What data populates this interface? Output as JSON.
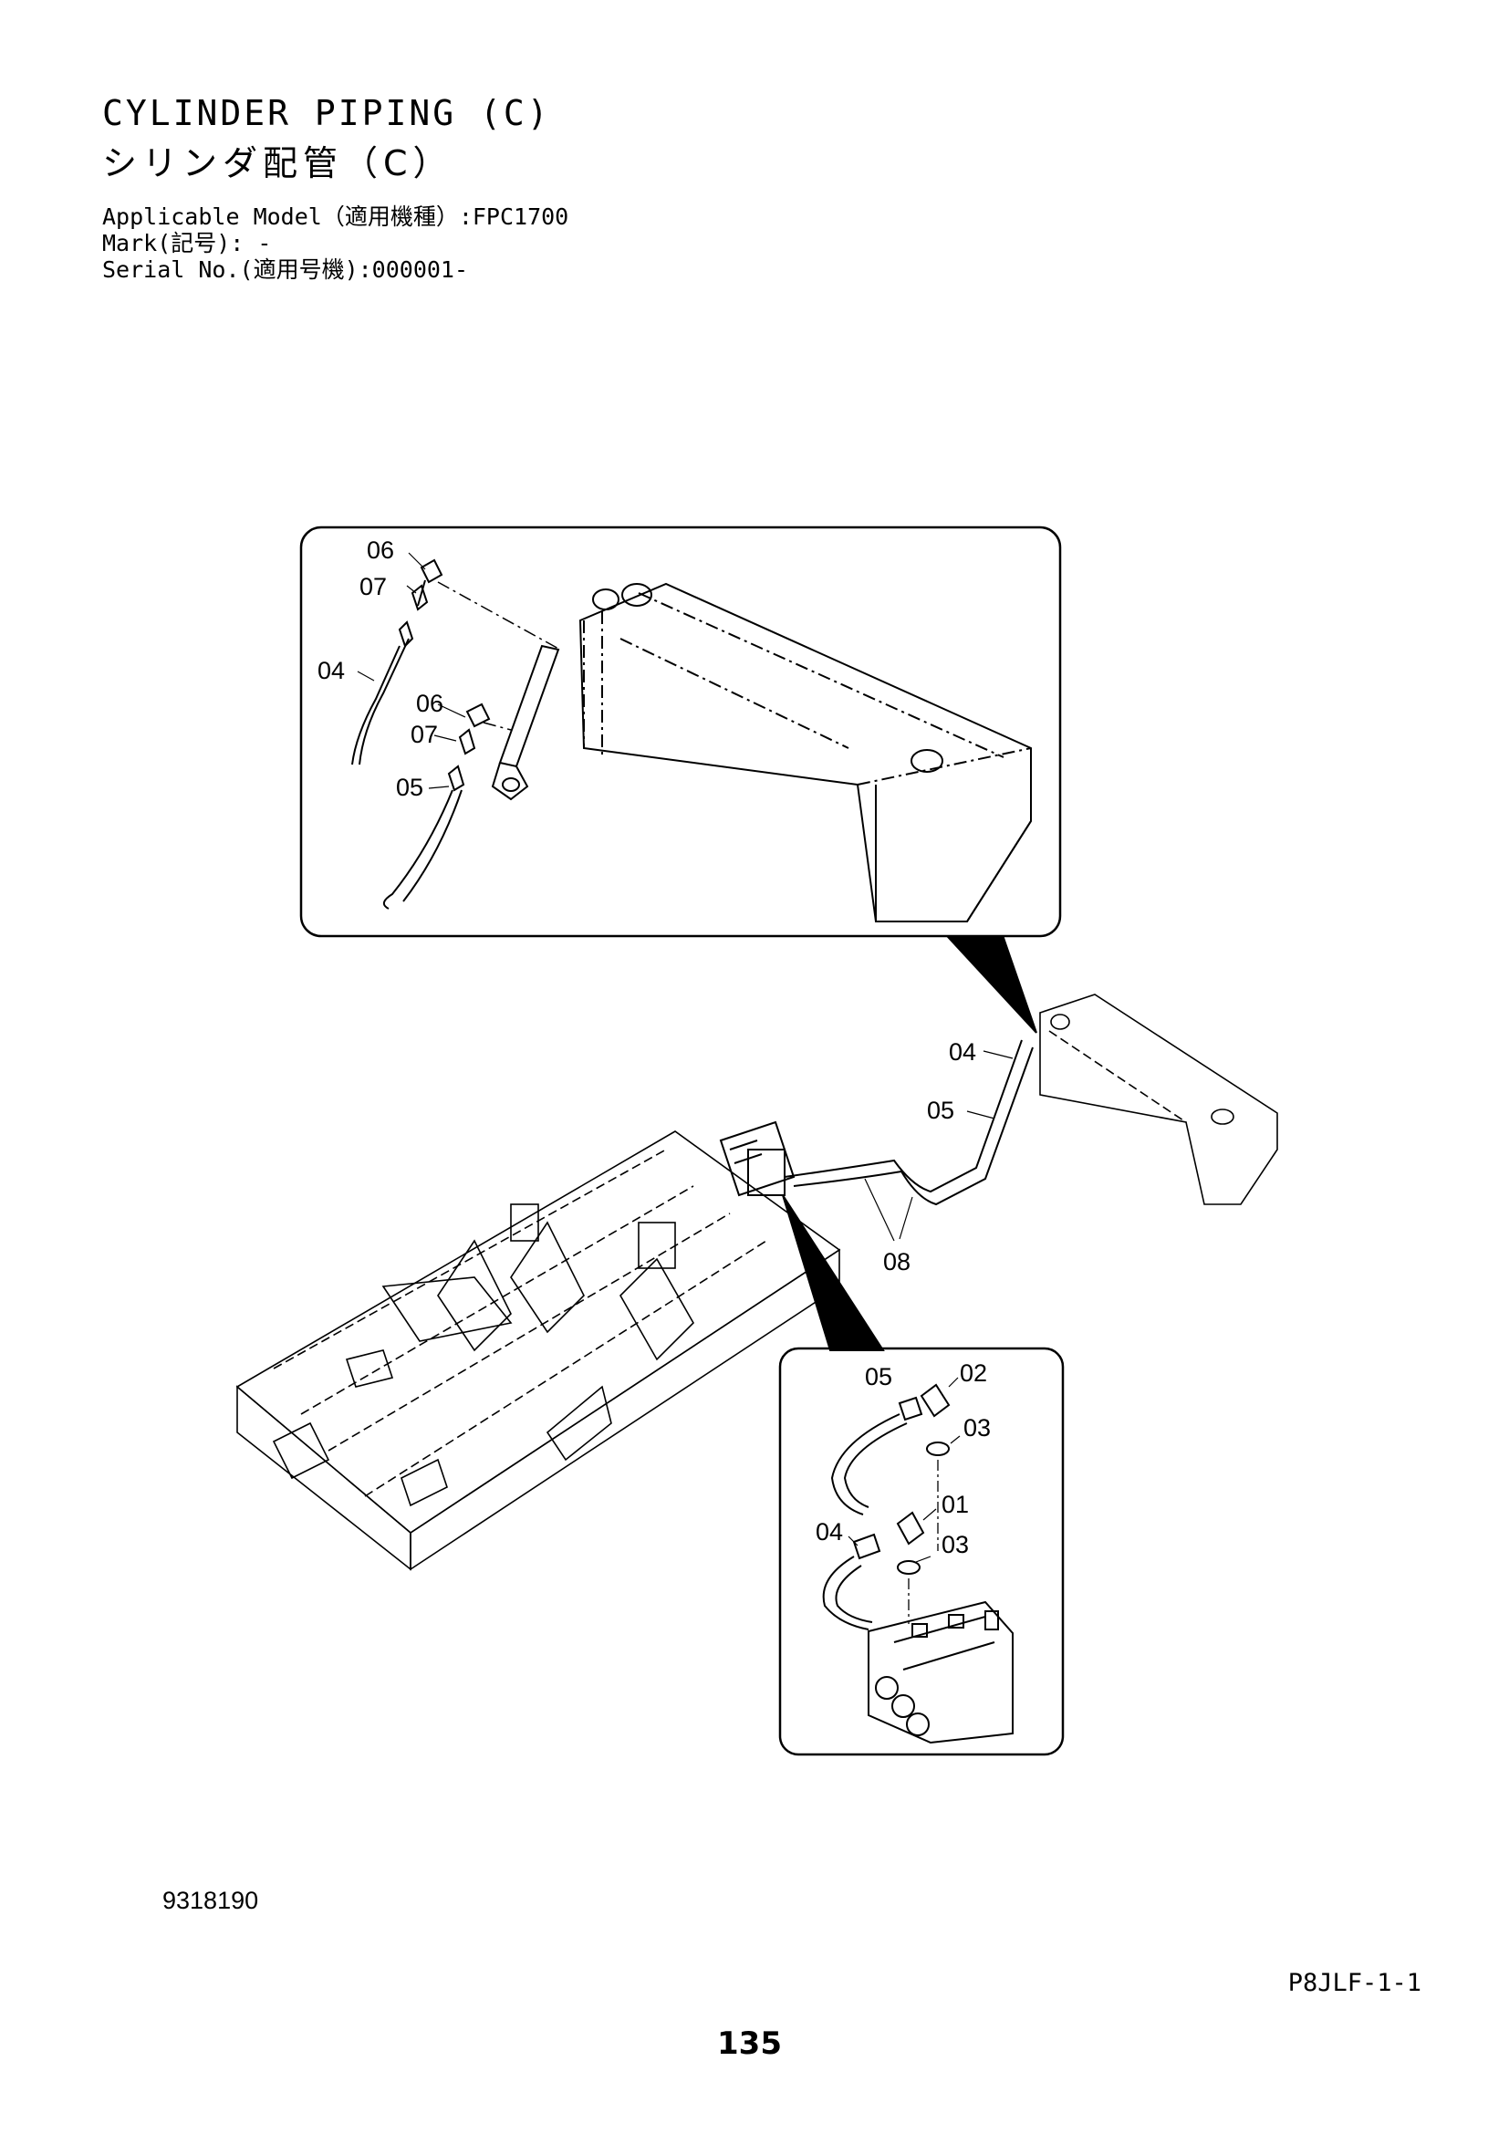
{
  "header": {
    "title_en": "CYLINDER PIPING (C)",
    "title_jp": "シリンダ配管（C）",
    "applicable_model": "Applicable Model（適用機種）:FPC1700",
    "mark": "Mark(記号): -",
    "serial_no": "Serial No.(適用号機):000001-"
  },
  "callouts": {
    "top": [
      "06",
      "07",
      "04",
      "06",
      "07",
      "05"
    ],
    "main": [
      "04",
      "05",
      "08"
    ],
    "bottom": [
      "05",
      "02",
      "03",
      "01",
      "04",
      "03"
    ]
  },
  "footer": {
    "drawing_number": "9318190",
    "page_code": "P8JLF-1-1",
    "page_number": "135"
  }
}
